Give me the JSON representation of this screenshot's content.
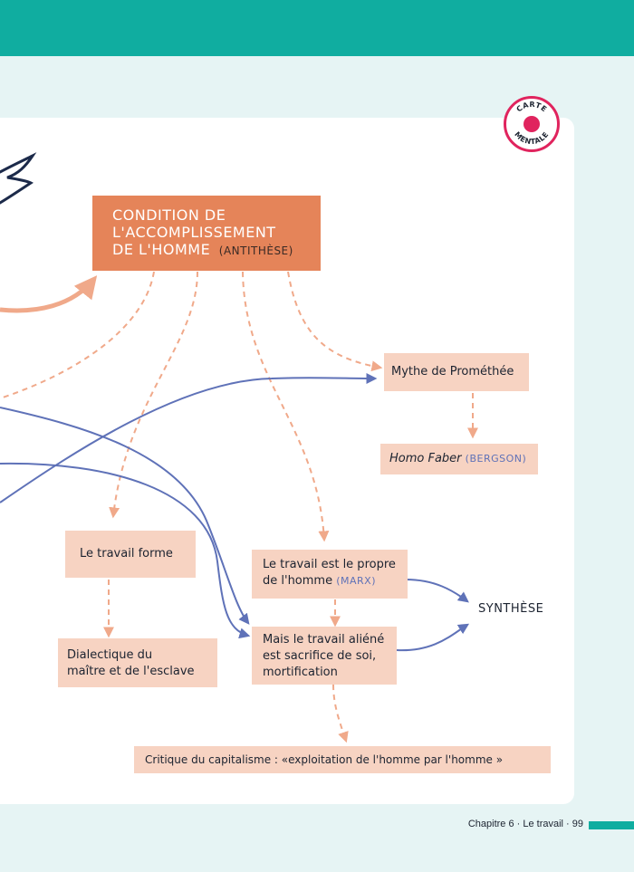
{
  "badge": {
    "text": "CARTE MENTALE",
    "top": "CARTE",
    "bottom": "MENTALE"
  },
  "main": {
    "line1": "CONDITION DE",
    "line2": "L'ACCOMPLISSEMENT",
    "line3": "DE L'HOMME",
    "tag": "(ANTITHÈSE)"
  },
  "nodes": {
    "promethee": "Mythe de Prométhée",
    "homo_faber": "Homo Faber",
    "homo_faber_ref": "(BERGSON)",
    "travail_forme": "Le travail forme",
    "dialectique_1": "Dialectique du",
    "dialectique_2": "maître et de l'esclave",
    "propre_1": "Le travail est le propre",
    "propre_2": "de l'homme",
    "propre_ref": "(MARX)",
    "aliene_1": "Mais le travail aliéné",
    "aliene_2": "est sacrifice de soi,",
    "aliene_3": "mortification",
    "critique": "Critique du capitalisme : «exploitation de l'homme par l'homme »",
    "synthese": "SYNTHÈSE"
  },
  "colors": {
    "teal": "#10ada0",
    "orange": "#e58459",
    "peach": "#f7d3c2",
    "blue": "#5f72b8",
    "navy": "#1c2a4a",
    "red": "#e0245e"
  },
  "footer": {
    "text": "Chapitre 6 · Le travail · 99"
  }
}
